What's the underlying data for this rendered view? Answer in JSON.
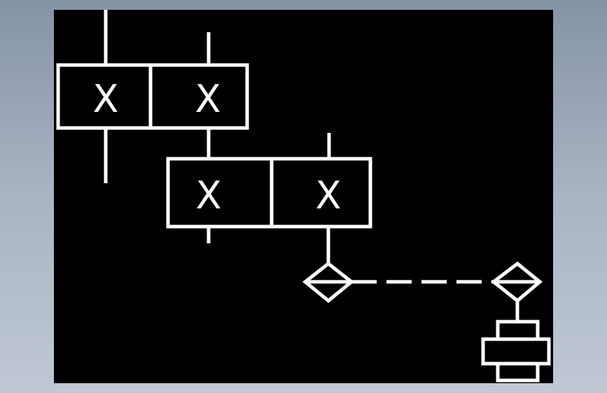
{
  "diagram": {
    "colors": {
      "panel": "#000000",
      "stroke": "#ffffff"
    },
    "valve_1": {
      "left_label": "X",
      "right_label": "X"
    },
    "valve_2": {
      "left_label": "X",
      "right_label": "X"
    },
    "filter_symbols": [
      "diamond-filter-icon",
      "diamond-filter-icon"
    ],
    "motor_symbol": "cylinder-motor-icon"
  }
}
